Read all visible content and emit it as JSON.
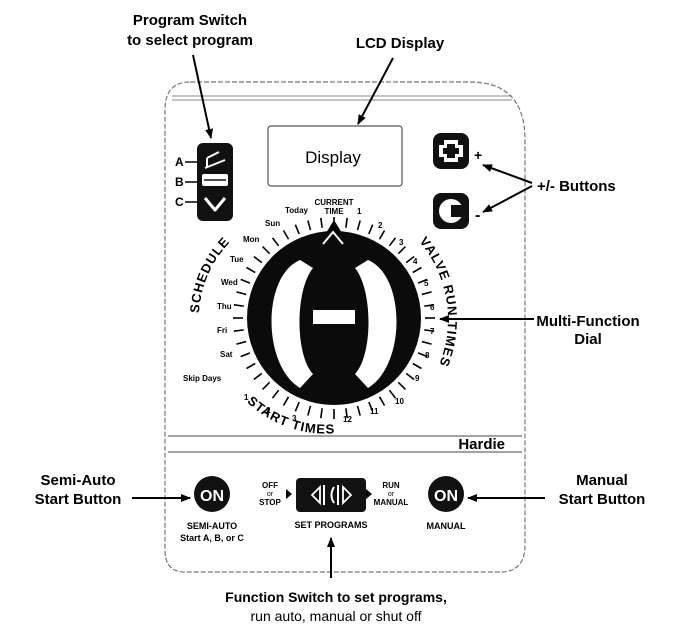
{
  "callouts": {
    "program_switch": {
      "line1": "Program Switch",
      "line2": "to select program"
    },
    "lcd_display": "LCD Display",
    "plus_minus": "+/- Buttons",
    "multi_function": {
      "line1": "Multi-Function",
      "line2": "Dial"
    },
    "semi_auto": {
      "line1": "Semi-Auto",
      "line2": "Start Button"
    },
    "manual": {
      "line1": "Manual",
      "line2": "Start Button"
    },
    "function_switch": {
      "line1": "Function Switch to set programs,",
      "line2": "run auto, manual or shut off"
    }
  },
  "panel": {
    "display_text": "Display",
    "program_letters": [
      "A",
      "B",
      "C"
    ],
    "plus_sign": "+",
    "minus_sign": "-",
    "brand": "Hardie",
    "on_label": "ON",
    "semi_auto_label": "SEMI-AUTO",
    "semi_auto_sub": "Start A, B, or C",
    "manual_label": "MANUAL",
    "set_programs": "SET PROGRAMS",
    "off_stop": [
      "OFF",
      "or",
      "STOP"
    ],
    "run_manual": [
      "RUN",
      "or",
      "MANUAL"
    ]
  },
  "dial": {
    "current_time": [
      "CURRENT",
      "TIME"
    ],
    "schedule_arc": "SCHEDULE",
    "valve_arc": "VALVE RUN TIMES",
    "start_arc": "START TIMES",
    "schedule_labels": [
      "Today",
      "Sun",
      "Mon",
      "Tue",
      "Wed",
      "Thu",
      "Fri",
      "Sat",
      "Skip Days"
    ],
    "valve_numbers": [
      "1",
      "2",
      "3",
      "4",
      "5",
      "6",
      "7",
      "8",
      "9",
      "10",
      "11",
      "12"
    ],
    "start_numbers": [
      "1",
      "2",
      "3"
    ]
  }
}
